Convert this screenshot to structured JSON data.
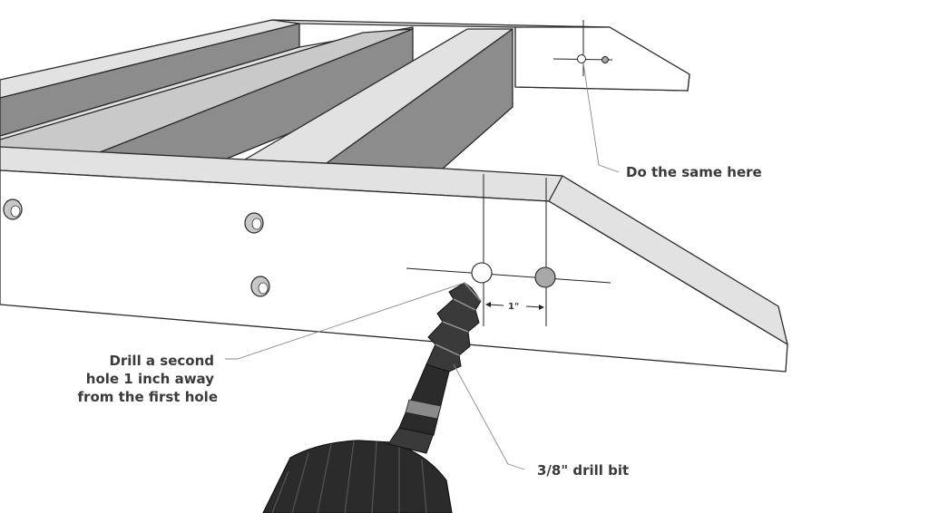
{
  "callouts": {
    "same_here": "Do the same here",
    "second_hole_line1": "Drill a second",
    "second_hole_line2": "hole 1 inch away",
    "second_hole_line3": "from the first hole",
    "drill_bit": "3/8\" drill bit"
  },
  "dimension": {
    "spacing": "1\""
  },
  "colors": {
    "board_light": "#e2e2e2",
    "board_mid": "#c2c2c2",
    "slat_dark": "#8c8c8c",
    "face_white": "#ffffff",
    "drill_body": "#2b2b2b",
    "drill_band": "#8a8a8a",
    "hole_fill": "#a8a8a8"
  }
}
